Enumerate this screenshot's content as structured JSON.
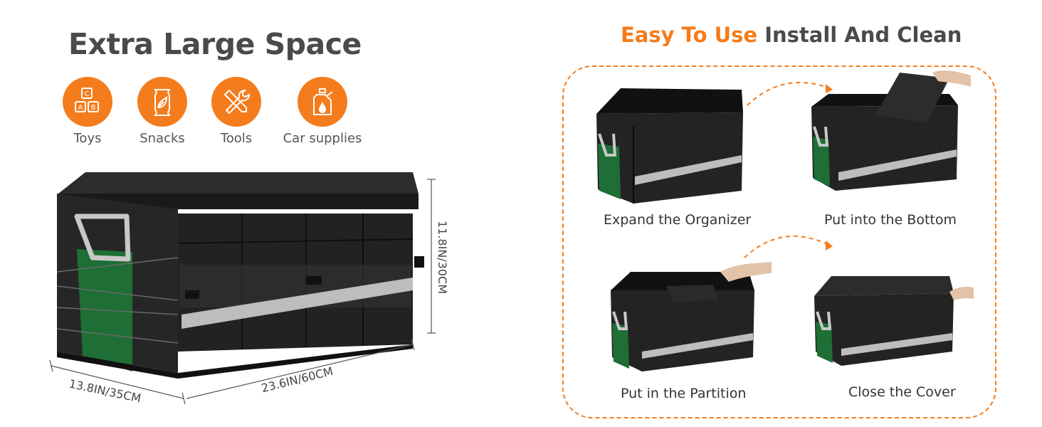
{
  "left": {
    "title": "Extra Large Space",
    "categories": [
      {
        "label": "Toys",
        "icon": "toy-blocks-icon"
      },
      {
        "label": "Snacks",
        "icon": "snack-bag-icon"
      },
      {
        "label": "Tools",
        "icon": "tools-icon"
      },
      {
        "label": "Car supplies",
        "icon": "car-fluid-bottle-icon"
      }
    ],
    "dimensions": {
      "height": "11.8IN/30CM",
      "length": "23.6IN/60CM",
      "width": "13.8IN/35CM"
    }
  },
  "right": {
    "title_accent": "Easy To Use",
    "title_rest": "Install And Clean",
    "steps": [
      {
        "label": "Expand the Organizer"
      },
      {
        "label": "Put into the Bottom"
      },
      {
        "label": "Put in the Partition"
      },
      {
        "label": "Close the Cover"
      }
    ]
  },
  "colors": {
    "accent": "#f47c1c",
    "handle_green": "#1f6e35",
    "box_black": "#1e1e1e",
    "reflective_strip": "#b9b9b9"
  }
}
